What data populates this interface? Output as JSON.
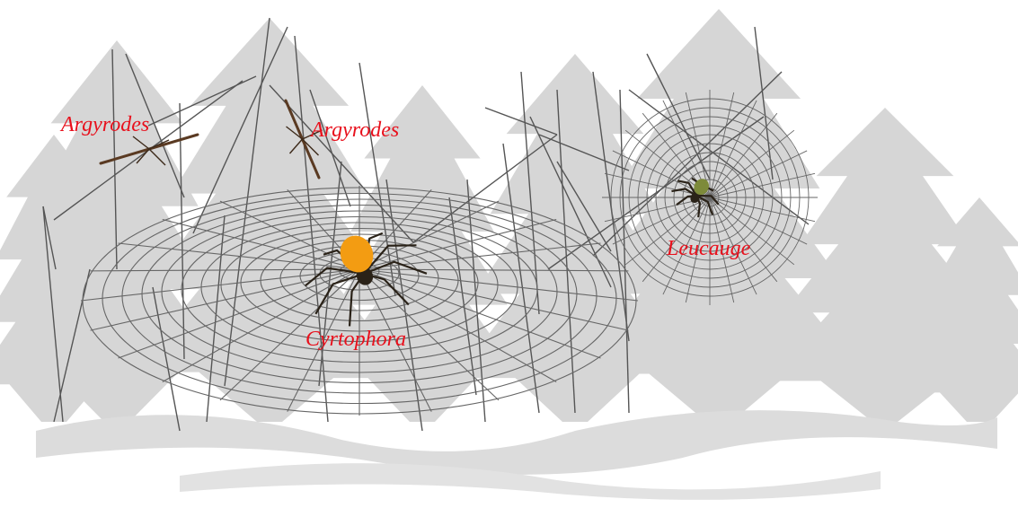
{
  "labels": {
    "argyrodes_left": "Argyrodes",
    "argyrodes_right": "Argyrodes",
    "cyrtophora": "Cyrtophora",
    "leucauge": "Leucauge"
  },
  "colors": {
    "background": "#ffffff",
    "tree_silhouette": "#d6d6d6",
    "silk": "#555555",
    "label_text": "#e8101c",
    "cyrtophora_abdomen": "#f39c12",
    "spider_dark": "#2a2218"
  }
}
